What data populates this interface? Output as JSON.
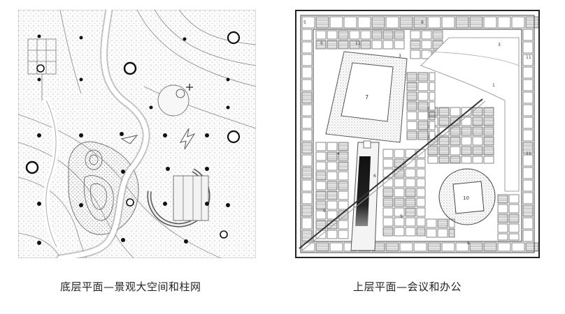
{
  "captions": {
    "left": "底层平面—景观大空间和柱网",
    "right": "上层平面—会议和办公"
  },
  "plan_labels": {
    "courtyard": "7",
    "round_room": "10",
    "wing": "1",
    "top_strip": "3",
    "room_a": "9",
    "room_b": "11",
    "room_c": "6",
    "room_d": "8",
    "room_e": "4",
    "room_f": "5"
  }
}
